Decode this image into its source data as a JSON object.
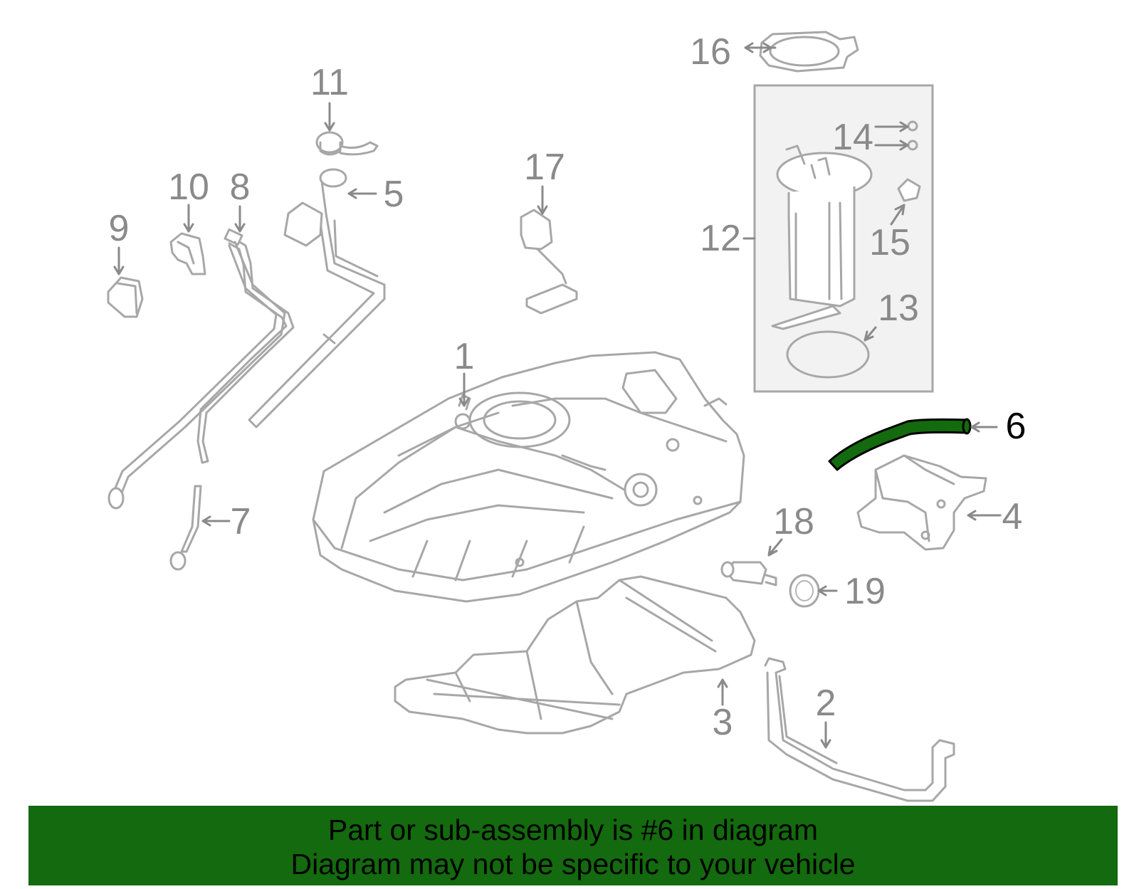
{
  "diagram": {
    "highlight_color": "#146a0e",
    "part_line_color": "#a7a7a7",
    "callouts": [
      {
        "id": "1",
        "label": "1"
      },
      {
        "id": "2",
        "label": "2"
      },
      {
        "id": "3",
        "label": "3"
      },
      {
        "id": "4",
        "label": "4"
      },
      {
        "id": "5",
        "label": "5"
      },
      {
        "id": "6",
        "label": "6",
        "highlighted": true
      },
      {
        "id": "7",
        "label": "7"
      },
      {
        "id": "8",
        "label": "8"
      },
      {
        "id": "9",
        "label": "9"
      },
      {
        "id": "10",
        "label": "10"
      },
      {
        "id": "11",
        "label": "11"
      },
      {
        "id": "12",
        "label": "12"
      },
      {
        "id": "13",
        "label": "13"
      },
      {
        "id": "14",
        "label": "14"
      },
      {
        "id": "15",
        "label": "15"
      },
      {
        "id": "16",
        "label": "16"
      },
      {
        "id": "17",
        "label": "17"
      },
      {
        "id": "18",
        "label": "18"
      },
      {
        "id": "19",
        "label": "19"
      }
    ]
  },
  "banner": {
    "line1": "Part or sub-assembly is #6 in diagram",
    "line2": "Diagram may not be specific to your vehicle",
    "background": "#146a0e"
  }
}
